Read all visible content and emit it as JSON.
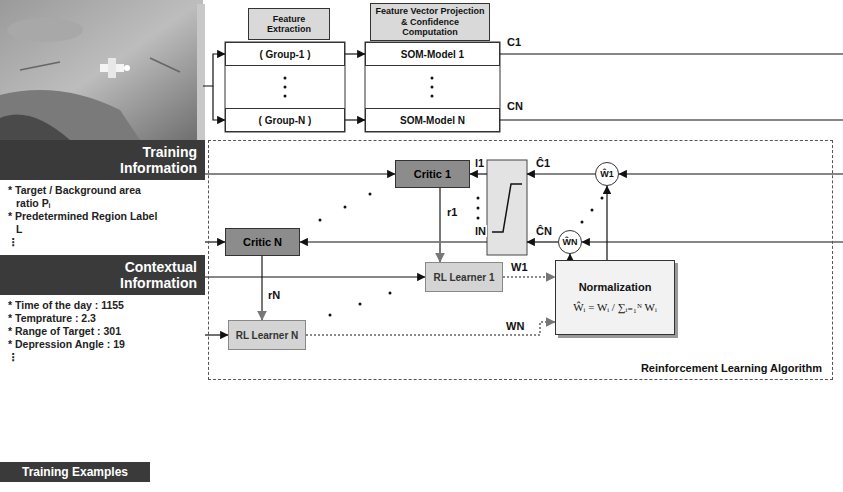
{
  "diagram": {
    "nodes": [
      {
        "text": [
          "Training Information",
          "* Target / Background area ratio Pᵢ",
          "* Predetermined Region Label L",
          "⋮"
        ]
      },
      {
        "text": [
          "Contextual Information",
          "* Time of the day : 1155",
          "* Temprature : 2.3",
          "* Range of Target : 301",
          "* Depression Angle : 19",
          "⋮"
        ]
      },
      {
        "text": [
          "Training Examples"
        ]
      },
      {
        "text": [
          "Feature Extraction"
        ]
      },
      {
        "text": [
          "( Group-1 )"
        ]
      },
      {
        "text": [
          "( Group-N )"
        ]
      },
      {
        "text": [
          "Feature Vector Projection & Confidence Computation"
        ]
      },
      {
        "text": [
          "SOM-Model 1"
        ]
      },
      {
        "text": [
          "SOM-Model N"
        ]
      },
      {
        "text": [
          "Reinforcement Learning Algorithm"
        ]
      },
      {
        "text": [
          "Critic 1"
        ],
        "in": 9
      },
      {
        "text": [
          "Critic N"
        ],
        "in": 9
      },
      {
        "text": [
          "RL Learner 1"
        ],
        "in": 9
      },
      {
        "text": [
          "RL Learner N"
        ],
        "in": 9
      },
      {
        "text": [
          "Normalization",
          "Ŵᵢ = Wᵢ / ∑ᵢ₌₁ᴺ Wᵢ"
        ],
        "in": 9
      },
      {
        "text": [
          "Ŵ1"
        ],
        "in": 9
      },
      {
        "text": [
          "ŴN"
        ],
        "in": 9
      }
    ],
    "edges": [
      {
        "from": 10,
        "to": 12,
        "label": "r1",
        "arrow": "to"
      },
      {
        "from": 11,
        "to": 13,
        "label": "rN",
        "arrow": "to"
      },
      {
        "from": 12,
        "to": 14,
        "label": "W1",
        "arrow": "to"
      },
      {
        "from": 13,
        "to": 14,
        "label": "WN",
        "arrow": "to"
      },
      {
        "from": 14,
        "to": 15,
        "arrow": "to"
      },
      {
        "from": 14,
        "to": 16,
        "arrow": "to"
      },
      {
        "from": 0,
        "to": 10,
        "arrow": "to"
      },
      {
        "from": 0,
        "to": 11,
        "arrow": "to"
      },
      {
        "from": 1,
        "to": 12,
        "arrow": "to"
      },
      {
        "from": 1,
        "to": 13,
        "arrow": "to"
      },
      {
        "from": 4,
        "to": 7,
        "arrow": "to"
      },
      {
        "from": 5,
        "to": 8,
        "arrow": "to"
      }
    ],
    "labels": [
      "C1",
      "CN",
      "l1",
      "lN",
      "Ĉ1",
      "ĈN"
    ]
  }
}
